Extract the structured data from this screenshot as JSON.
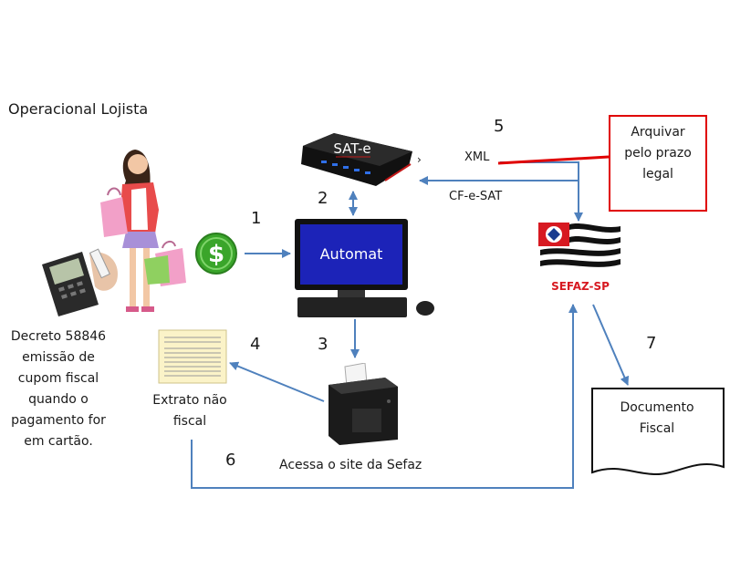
{
  "title": "Operacional Lojista",
  "decree_lines": [
    "Decreto 58846",
    "emissão de",
    "cupom fiscal",
    "quando o",
    "pagamento for",
    "em cartão."
  ],
  "sat_label": "SAT-e",
  "automat_label": "Automat",
  "xml_label": "XML",
  "cfe_label": "CF-e-SAT",
  "archive_lines": [
    "Arquivar",
    "pelo prazo",
    "legal"
  ],
  "sefaz_label": "SEFAZ-SP",
  "extrato_lines": [
    "Extrato não",
    "fiscal"
  ],
  "acessa_label": "Acessa o site da Sefaz",
  "documento_lines": [
    "Documento",
    "Fiscal"
  ],
  "step_numbers": [
    "1",
    "2",
    "3",
    "4",
    "5",
    "6",
    "7"
  ],
  "dollar_symbol": "$",
  "colors": {
    "arrow": "#4f81bd",
    "archive_border": "#e00000",
    "screen": "#1c23b8",
    "dollar": "#3aa52a"
  }
}
